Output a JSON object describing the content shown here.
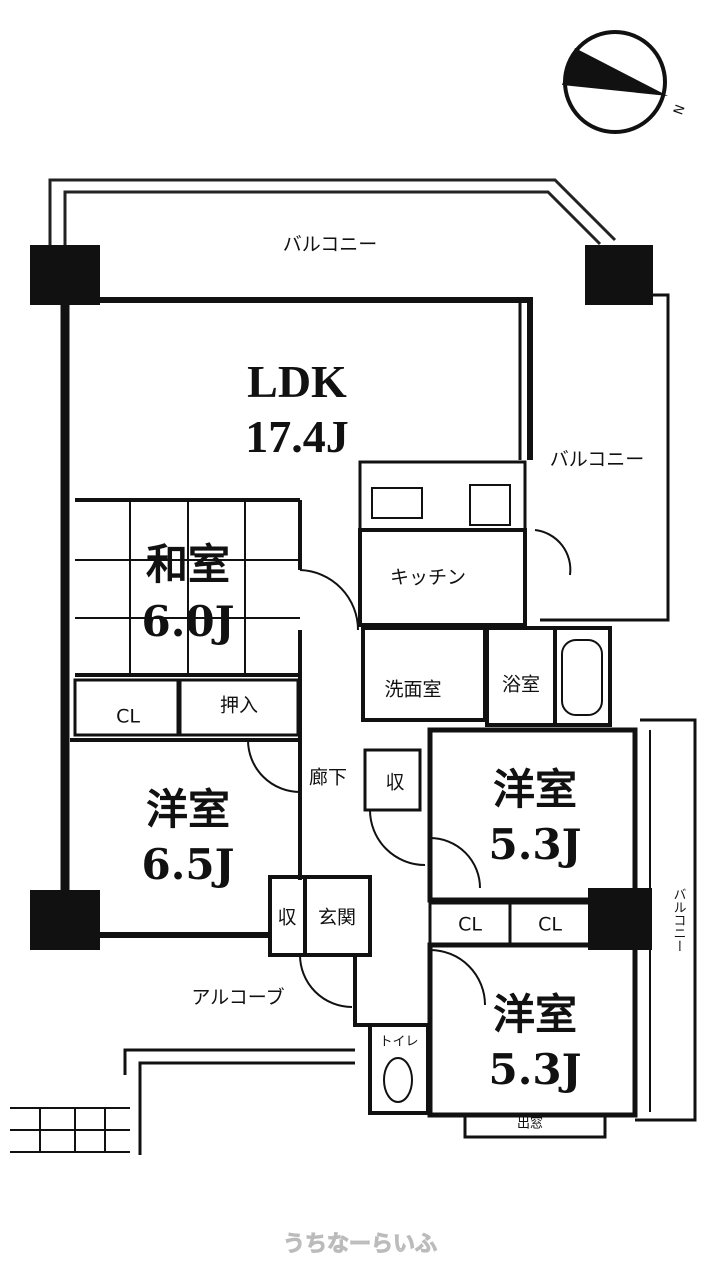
{
  "compass": {
    "label": "N"
  },
  "rooms": {
    "balcony_top": "バルコニー",
    "balcony_right": "バルコニー",
    "balcony_lower_right": "バルコニー",
    "ldk_name": "LDK",
    "ldk_size": "17.4J",
    "washitsu_name": "和室",
    "washitsu_size": "6.0J",
    "cl_1": "CL",
    "oshiire": "押入",
    "yoshitsu_a_name": "洋室",
    "yoshitsu_a_size": "6.5J",
    "kitchen": "キッチン",
    "senmenshitsu": "洗面室",
    "yokushitsu": "浴室",
    "shu_1": "収",
    "rouka": "廊下",
    "yoshitsu_b_name": "洋室",
    "yoshitsu_b_size": "5.3J",
    "cl_2": "CL",
    "cl_3": "CL",
    "shu_2": "収",
    "genkan": "玄関",
    "alcove": "アルコーブ",
    "toilet": "トイレ",
    "yoshitsu_c_name": "洋室",
    "yoshitsu_c_size": "5.3J",
    "demado": "出窓"
  },
  "watermark": "うちなーらいふ"
}
